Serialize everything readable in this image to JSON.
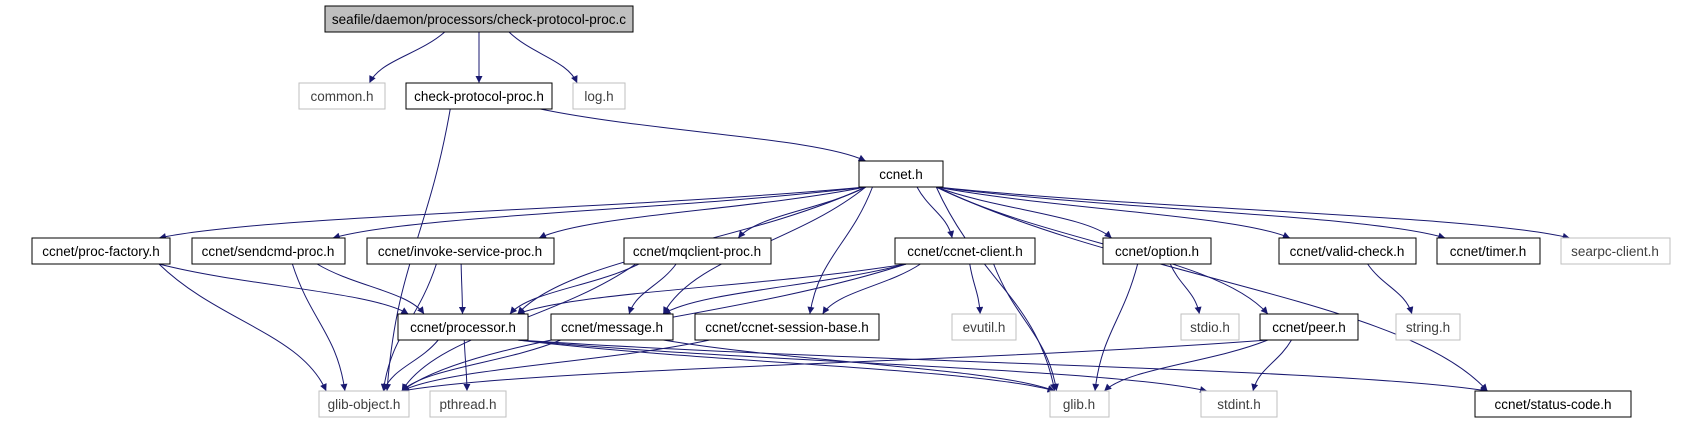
{
  "colors": {
    "edge": "#191970",
    "node_border_bold": "#000000",
    "node_border_light": "#bfbfbf",
    "root_fill": "#bfbfbf",
    "text_dark": "#000000",
    "text_light": "#404040"
  },
  "nodes": [
    {
      "id": "root",
      "label": "seafile/daemon/processors/check-protocol-proc.c",
      "style": "root"
    },
    {
      "id": "common_h",
      "label": "common.h",
      "style": "light"
    },
    {
      "id": "check_protocol_proc_h",
      "label": "check-protocol-proc.h",
      "style": "bold"
    },
    {
      "id": "log_h",
      "label": "log.h",
      "style": "light"
    },
    {
      "id": "ccnet_h",
      "label": "ccnet.h",
      "style": "bold"
    },
    {
      "id": "proc_factory_h",
      "label": "ccnet/proc-factory.h",
      "style": "bold"
    },
    {
      "id": "sendcmd_proc_h",
      "label": "ccnet/sendcmd-proc.h",
      "style": "bold"
    },
    {
      "id": "invoke_service_proc_h",
      "label": "ccnet/invoke-service-proc.h",
      "style": "bold"
    },
    {
      "id": "mqclient_proc_h",
      "label": "ccnet/mqclient-proc.h",
      "style": "bold"
    },
    {
      "id": "ccnet_client_h",
      "label": "ccnet/ccnet-client.h",
      "style": "bold"
    },
    {
      "id": "option_h",
      "label": "ccnet/option.h",
      "style": "bold"
    },
    {
      "id": "valid_check_h",
      "label": "ccnet/valid-check.h",
      "style": "bold"
    },
    {
      "id": "timer_h",
      "label": "ccnet/timer.h",
      "style": "bold"
    },
    {
      "id": "searpc_client_h",
      "label": "searpc-client.h",
      "style": "light"
    },
    {
      "id": "processor_h",
      "label": "ccnet/processor.h",
      "style": "bold"
    },
    {
      "id": "message_h",
      "label": "ccnet/message.h",
      "style": "bold"
    },
    {
      "id": "session_base_h",
      "label": "ccnet/ccnet-session-base.h",
      "style": "bold"
    },
    {
      "id": "evutil_h",
      "label": "evutil.h",
      "style": "light"
    },
    {
      "id": "stdio_h",
      "label": "stdio.h",
      "style": "light"
    },
    {
      "id": "peer_h",
      "label": "ccnet/peer.h",
      "style": "bold"
    },
    {
      "id": "string_h",
      "label": "string.h",
      "style": "light"
    },
    {
      "id": "glib_object_h",
      "label": "glib-object.h",
      "style": "light"
    },
    {
      "id": "pthread_h",
      "label": "pthread.h",
      "style": "light"
    },
    {
      "id": "glib_h",
      "label": "glib.h",
      "style": "light"
    },
    {
      "id": "stdint_h",
      "label": "stdint.h",
      "style": "light"
    },
    {
      "id": "status_code_h",
      "label": "ccnet/status-code.h",
      "style": "bold"
    }
  ],
  "edges": [
    [
      "root",
      "common_h"
    ],
    [
      "root",
      "check_protocol_proc_h"
    ],
    [
      "root",
      "log_h"
    ],
    [
      "check_protocol_proc_h",
      "glib_object_h"
    ],
    [
      "check_protocol_proc_h",
      "ccnet_h"
    ],
    [
      "ccnet_h",
      "proc_factory_h"
    ],
    [
      "ccnet_h",
      "sendcmd_proc_h"
    ],
    [
      "ccnet_h",
      "invoke_service_proc_h"
    ],
    [
      "ccnet_h",
      "mqclient_proc_h"
    ],
    [
      "ccnet_h",
      "ccnet_client_h"
    ],
    [
      "ccnet_h",
      "option_h"
    ],
    [
      "ccnet_h",
      "valid_check_h"
    ],
    [
      "ccnet_h",
      "timer_h"
    ],
    [
      "ccnet_h",
      "searpc_client_h"
    ],
    [
      "ccnet_h",
      "processor_h"
    ],
    [
      "ccnet_h",
      "message_h"
    ],
    [
      "ccnet_h",
      "session_base_h"
    ],
    [
      "ccnet_h",
      "glib_h"
    ],
    [
      "ccnet_h",
      "peer_h"
    ],
    [
      "ccnet_h",
      "status_code_h"
    ],
    [
      "proc_factory_h",
      "processor_h"
    ],
    [
      "proc_factory_h",
      "glib_object_h"
    ],
    [
      "sendcmd_proc_h",
      "processor_h"
    ],
    [
      "sendcmd_proc_h",
      "glib_object_h"
    ],
    [
      "invoke_service_proc_h",
      "processor_h"
    ],
    [
      "invoke_service_proc_h",
      "glib_object_h"
    ],
    [
      "mqclient_proc_h",
      "processor_h"
    ],
    [
      "mqclient_proc_h",
      "message_h"
    ],
    [
      "mqclient_proc_h",
      "glib_object_h"
    ],
    [
      "ccnet_client_h",
      "processor_h"
    ],
    [
      "ccnet_client_h",
      "message_h"
    ],
    [
      "ccnet_client_h",
      "session_base_h"
    ],
    [
      "ccnet_client_h",
      "evutil_h"
    ],
    [
      "ccnet_client_h",
      "glib_h"
    ],
    [
      "ccnet_client_h",
      "glib_object_h"
    ],
    [
      "option_h",
      "stdio_h"
    ],
    [
      "option_h",
      "glib_h"
    ],
    [
      "valid_check_h",
      "string_h"
    ],
    [
      "processor_h",
      "glib_object_h"
    ],
    [
      "processor_h",
      "pthread_h"
    ],
    [
      "processor_h",
      "glib_h"
    ],
    [
      "processor_h",
      "stdint_h"
    ],
    [
      "processor_h",
      "status_code_h"
    ],
    [
      "message_h",
      "glib_object_h"
    ],
    [
      "message_h",
      "glib_h"
    ],
    [
      "session_base_h",
      "glib_object_h"
    ],
    [
      "peer_h",
      "glib_object_h"
    ],
    [
      "peer_h",
      "glib_h"
    ],
    [
      "peer_h",
      "stdint_h"
    ]
  ]
}
